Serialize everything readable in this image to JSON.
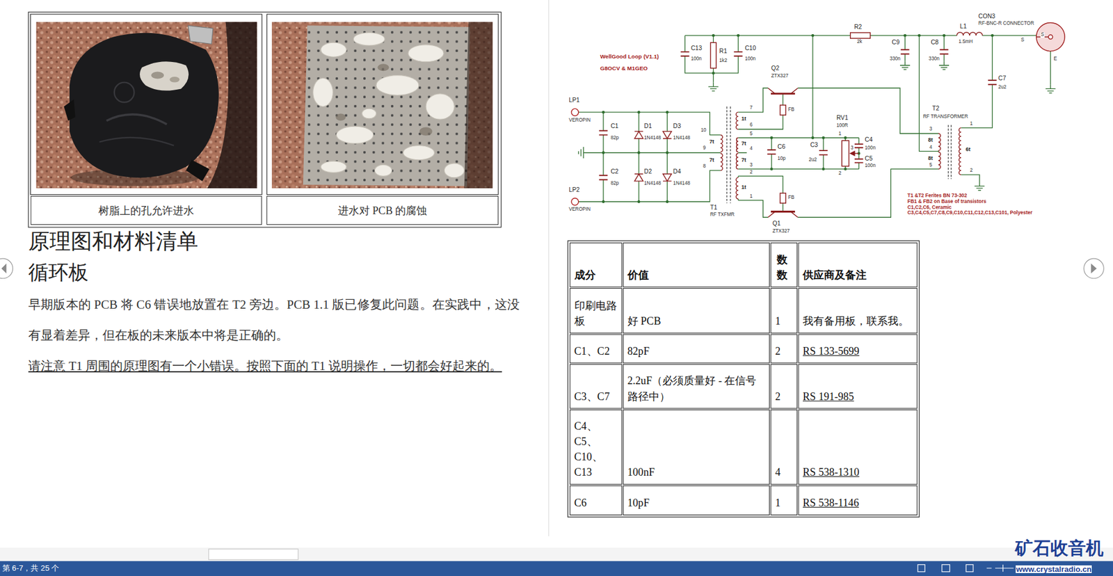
{
  "diagram": {
    "title": "原理图和材料清单",
    "nodes": [
      {
        "text": [
          "树脂上的孔允许进水"
        ]
      },
      {
        "text": [
          "进水对 PCB 的腐蚀"
        ]
      }
    ],
    "labels": [
      "循环板",
      "早期版本的 PCB 将 C6 错误地放置在 T2 旁边。PCB 1.1 版已修复此问题。在实践中，这没有显着差异，但在板的未来版本中将是正确的。",
      "请注意 T1 周围的原理图有一个小错误。按照下面的 T1 说明操作，一切都会好起来的。",
      "WellGood Loop (V1.1)",
      "G8OCV & M1GEO",
      "C13",
      "100n",
      "R1",
      "1k2",
      "C10",
      "100n",
      "R2",
      "2k",
      "C9",
      "330n",
      "C8",
      "330n",
      "L1",
      "1.5mH",
      "CON3",
      "RF-BNC-R CONNECTOR",
      "S",
      "S",
      "E",
      "C7",
      "2u2",
      "Q2",
      "ZTX327",
      "FB",
      "LP1",
      "VEROPIN",
      "C1",
      "82p",
      "D1",
      "1N4148",
      "D3",
      "1N4148",
      "10",
      "7t",
      "9",
      "7t",
      "8",
      "7",
      "1t",
      "6",
      "5",
      "7t",
      "4",
      "7t",
      "3",
      "2",
      "1t",
      "1",
      "C6",
      "10p",
      "RV1",
      "100R",
      "1",
      "3",
      "2",
      "C3",
      "2u2",
      "C4",
      "100n",
      "C5",
      "100n",
      "T2",
      "RF TRANSFORMER",
      "3",
      "8t",
      "4",
      "8t",
      "5",
      "1",
      "6t",
      "2",
      "LP2",
      "VEROPIN",
      "C2",
      "82p",
      "D2",
      "1N4148",
      "D4",
      "1N4148",
      "T1",
      "RF TXFMR",
      "FB",
      "Q1",
      "ZTX327",
      "T1 &T2 Ferites BN 73-302",
      "FB1 & FB2 on Base of transistors",
      "C1,C2,C6, Ceramic",
      "C3,C4,C5,C7,C8,C9,C10,C11,C12,C13,C101, Polyester",
      "成分",
      "价值",
      "数数",
      "供应商及备注",
      "印刷电路板",
      "好 PCB",
      "1",
      "我有备用板，联系我。",
      "C1、C2",
      "82pF",
      "2",
      "RS 133-5699",
      "C3、C7",
      "2.2uF（必须质量好 - 在信号路径中）",
      "2",
      "RS 191-985",
      "C4、C5、C10、C13",
      "100nF",
      "4",
      "RS 538-1310",
      "C6",
      "10pF",
      "1",
      "RS 538-1146",
      "第 6-7，共 25 个",
      "矿石收音机",
      "www.crystalradio.cn"
    ]
  }
}
